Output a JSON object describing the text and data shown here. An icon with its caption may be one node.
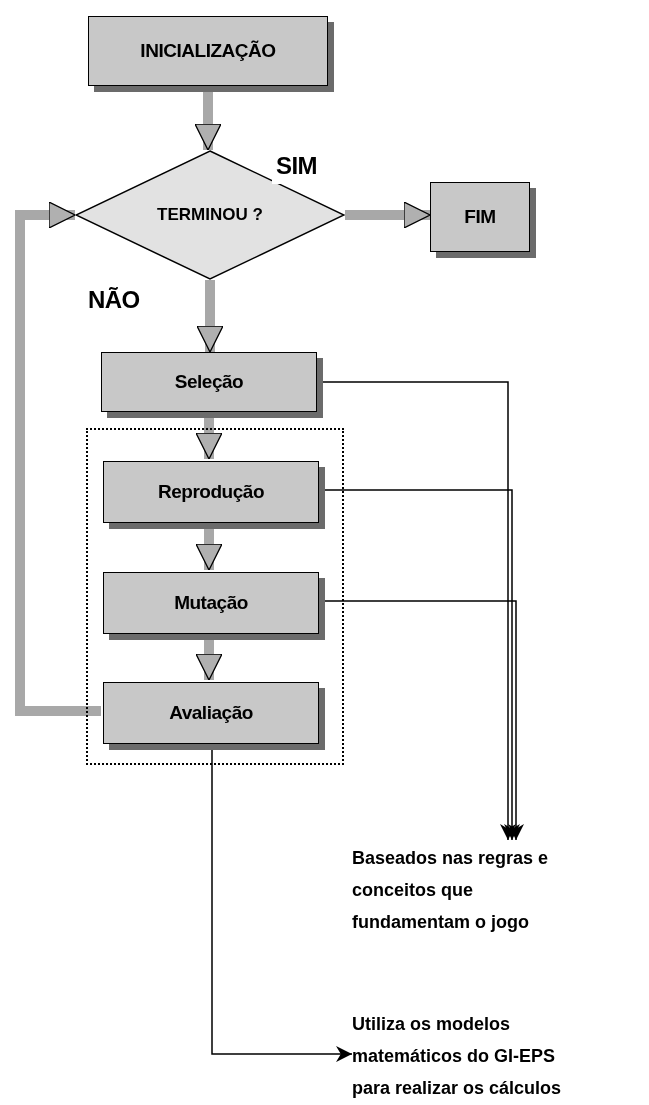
{
  "diagram": {
    "nodes": [
      {
        "text": [
          "INICIALIZAÇÃO"
        ]
      },
      {
        "text": [
          "TERMINOU ?"
        ]
      },
      {
        "text": [
          "FIM"
        ]
      },
      {
        "text": [
          "Seleção"
        ]
      },
      {
        "text": [],
        "shape": "box"
      },
      {
        "text": [
          "Reprodução"
        ],
        "in": 4
      },
      {
        "text": [
          "Mutação"
        ],
        "in": 4
      },
      {
        "text": [
          "Avaliação"
        ],
        "in": 4
      },
      {
        "text": [
          "Baseados nas regras e conceitos que fundamentam o jogo"
        ]
      },
      {
        "text": [
          "Utiliza os modelos matemáticos do GI-EPS para realizar os cálculos"
        ]
      }
    ],
    "edges": [
      {
        "from": 0,
        "to": 1,
        "arrow": "to"
      },
      {
        "from": 1,
        "to": 2,
        "arrow": "to",
        "label": "SIM"
      },
      {
        "from": 1,
        "to": 3,
        "arrow": "to",
        "label": "NÃO"
      },
      {
        "from": 3,
        "to": 5,
        "arrow": "to"
      },
      {
        "from": 5,
        "to": 6,
        "arrow": "to"
      },
      {
        "from": 6,
        "to": 7,
        "arrow": "to"
      },
      {
        "from": 7,
        "to": 1,
        "arrow": "to"
      },
      {
        "from": 3,
        "to": 8,
        "arrow": "to",
        "color": "#000000"
      },
      {
        "from": 5,
        "to": 8,
        "arrow": "to",
        "color": "#000000"
      },
      {
        "from": 6,
        "to": 8,
        "arrow": "to",
        "color": "#000000"
      },
      {
        "from": 7,
        "to": 9,
        "arrow": "to",
        "color": "#000000"
      }
    ]
  }
}
